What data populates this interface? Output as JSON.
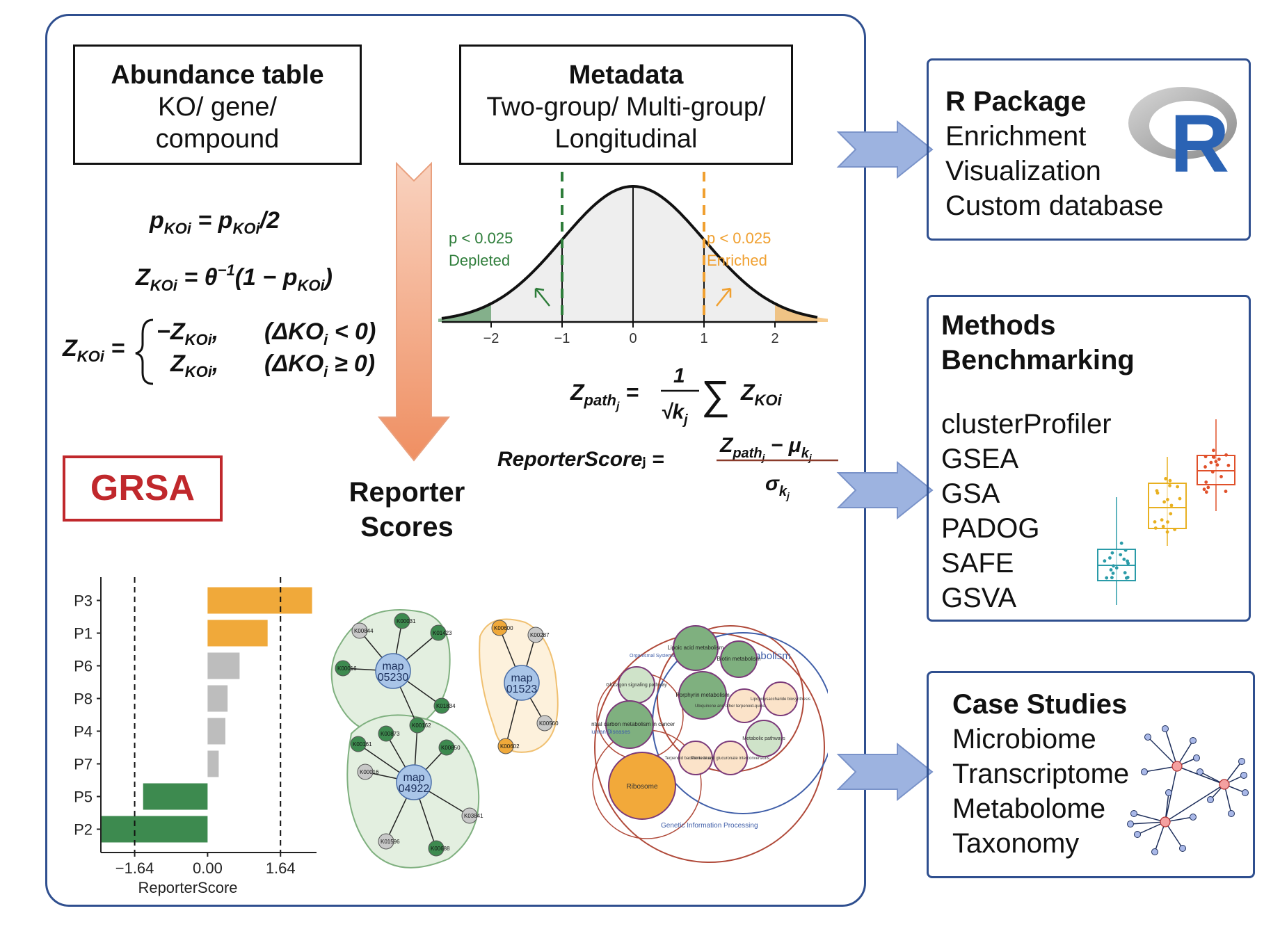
{
  "abundance": {
    "title": "Abundance table",
    "line1": "KO/ gene/",
    "line2": "compound"
  },
  "metadata": {
    "title": "Metadata",
    "line1": "Two-group/ Multi-group/",
    "line2": "Longitudinal"
  },
  "equations": {
    "eq1": "p_KOi = p_KOi/2",
    "eq2": "Z_KOi = θ⁻¹(1 − p_KOi)",
    "eq3_left": "Z_KOi =",
    "eq3_case1": "−Z_KOi,   (ΔKO_i < 0)",
    "eq3_case2": "Z_KOi,   (ΔKO_i ≥ 0)",
    "eq4": "Z_path_j = (1/√k_j) ∑ Z_KOi",
    "eq5": "ReporterScore_j = (Z_path_j − μ_k_j) / σ_k_j"
  },
  "distribution": {
    "left_label1": "p < 0.025",
    "left_label2": "Depleted",
    "right_label1": "p < 0.025",
    "right_label2": "Enriched",
    "ticks": [
      "−2",
      "−1",
      "0",
      "1",
      "2"
    ],
    "colors": {
      "depleted": "#2e7d3a",
      "enriched": "#f0a030"
    }
  },
  "grsa_label": "GRSA",
  "reporter_title_line1": "Reporter",
  "reporter_title_line2": "Scores",
  "chart_data": {
    "type": "bar",
    "categories": [
      "P3",
      "P1",
      "P6",
      "P8",
      "P4",
      "P7",
      "P5",
      "P2"
    ],
    "values": [
      2.35,
      1.35,
      0.72,
      0.45,
      0.4,
      0.25,
      -1.45,
      -2.4
    ],
    "colors": [
      "#f0a93a",
      "#f0a93a",
      "#bdbdbd",
      "#bdbdbd",
      "#bdbdbd",
      "#bdbdbd",
      "#3d8a4f",
      "#3d8a4f"
    ],
    "xlabel": "ReporterScore",
    "xticks": [
      "−1.64",
      "0.00",
      "1.64"
    ],
    "threshold_lines": [
      -1.64,
      1.64
    ],
    "xlim": [
      -2.4,
      2.45
    ]
  },
  "network": {
    "hubs": [
      "map\n05230",
      "map\n04922",
      "map\n01523"
    ],
    "nodes": [
      "K00031",
      "K00844",
      "K01423",
      "K00016",
      "K01834",
      "K00162",
      "K00873",
      "K00161",
      "K00850",
      "K00016",
      "K03841",
      "K01596",
      "K00688",
      "K00600",
      "K00287",
      "K00560",
      "K00602"
    ]
  },
  "pathway_circles": {
    "metabolism": "Metabolism",
    "organismal": "Organismal Systems",
    "glucagon": "Glucagon signaling pathway",
    "central_carbon": "Central carbon metabolism in cancer",
    "human_diseases": "Human Diseases",
    "ribosome": "Ribosome",
    "genetic": "Genetic Information Processing",
    "lipoic": "Lipoic acid metabolism",
    "biotin": "Biotin metabolism",
    "porphyrin": "Porphyrin metabolism",
    "ubiquinone": "Ubiquinone and other terpenoid-quinone biosynthesis",
    "lipopoly": "Lipopolysaccharide biosynthesis",
    "metabolic": "Metabolic pathways",
    "terpenoid": "Terpenoid backbone biosynthesis",
    "pentose": "Pentose and glucuronate interconversions"
  },
  "rpackage": {
    "title": "R Package",
    "items": [
      "Enrichment",
      "Visualization",
      "Custom database"
    ],
    "logo": "R"
  },
  "methods": {
    "title_line1": "Methods",
    "title_line2": "Benchmarking",
    "items": [
      "clusterProfiler",
      "GSEA",
      "GSA",
      "PADOG",
      "SAFE",
      "GSVA"
    ]
  },
  "cases": {
    "title": "Case Studies",
    "items": [
      "Microbiome",
      "Transcriptome",
      "Metabolome",
      "Taxonomy"
    ]
  },
  "colors": {
    "frame": "#2f4f8f",
    "arrow_blue": "#9db3e0",
    "arrow_orange": "#f2a27c",
    "grsa_red": "#c0282c"
  }
}
